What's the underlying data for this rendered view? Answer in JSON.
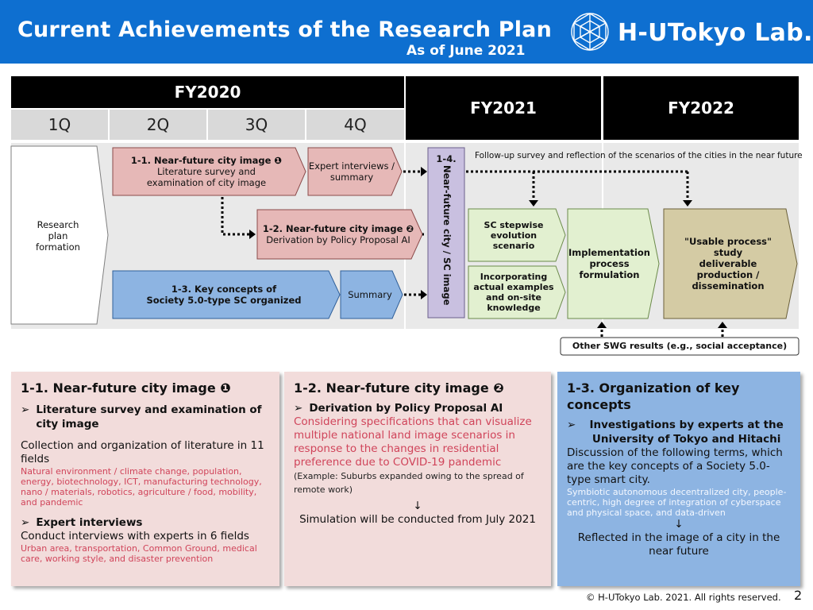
{
  "header": {
    "title": "Current Achievements of the Research Plan",
    "subtitle": "As of June 2021",
    "logo_text": "H-UTokyo Lab.",
    "logo_icon": "globe-network-icon",
    "bg_color": "#0e6fd0"
  },
  "timeline": {
    "fy2020": "FY2020",
    "quarters": [
      "1Q",
      "2Q",
      "3Q",
      "4Q"
    ],
    "fy2021": "FY2021",
    "fy2022": "FY2022"
  },
  "diagram": {
    "research_plan": "Research\nplan\nformation",
    "box_1_1_title": "1-1. Near-future city image ❶",
    "box_1_1_body": "Literature survey and\nexamination of city image",
    "expert": "Expert interviews /\nsummary",
    "box_1_2_title": "1-2. Near-future city image ❷",
    "box_1_2_body": "Derivation by Policy Proposal AI",
    "box_1_3": "1-3. Key concepts of\nSociety 5.0-type SC organized",
    "summary": "Summary",
    "box_1_4_num": "1-4.",
    "box_1_4_vert": "Near-future city / SC image",
    "followup": "Follow-up survey and reflection of the scenarios of the cities in the near future",
    "sc_stepwise": "SC stepwise\nevolution scenario",
    "incorporating": "Incorporating\nactual examples\nand on-site\nknowledge",
    "implementation": "Implementation\nprocess\nformulation",
    "usable": "\"Usable process\"\nstudy\ndeliverable\nproduction /\ndissemination",
    "other_swg": "Other SWG results (e.g., social acceptance)",
    "colors": {
      "pink": "#e6b8b7",
      "blue": "#8db4e2",
      "lilac": "#c9c0e0",
      "green": "#e2f0d0",
      "khaki": "#d4cba4"
    }
  },
  "panels": {
    "p1": {
      "title": "1-1. Near-future city image ❶",
      "b1": "Literature survey and examination of city image",
      "t1": "Collection and organization of literature in 11 fields",
      "s1": "Natural environment / climate change, population, energy, biotechnology, ICT, manufacturing technology, nano / materials, robotics, agriculture / food, mobility, and pandemic",
      "b2": "Expert interviews",
      "t2": "Conduct interviews with experts in 6 fields",
      "s2": "Urban area, transportation, Common Ground, medical care, working style, and disaster prevention"
    },
    "p2": {
      "title": "1-2. Near-future city image ❷",
      "b1": "Derivation by Policy Proposal AI",
      "red": "Considering specifications that can visualize multiple national land image scenarios in response to the changes in residential preference due to COVID-19 pandemic",
      "small": "(Example: Suburbs expanded owing to the spread of remote work)",
      "arrow": "↓",
      "t1": "Simulation will be conducted from July 2021"
    },
    "p3": {
      "title": "1-3. Organization of key concepts",
      "b1": "Investigations by experts at the University of Tokyo and Hitachi",
      "t1": "Discussion of the following terms, which are the key concepts of a Society 5.0-type smart city.",
      "s1": "Symbiotic autonomous decentralized city, people-centric, high degree of integration of cyberspace and physical space, and data-driven",
      "arrow": "↓",
      "t2": "Reflected in the image of a city in the near future"
    },
    "bullet_mark": "➢"
  },
  "footer": {
    "copyright": "© H-UTokyo Lab. 2021. All rights reserved.",
    "page": "2"
  }
}
